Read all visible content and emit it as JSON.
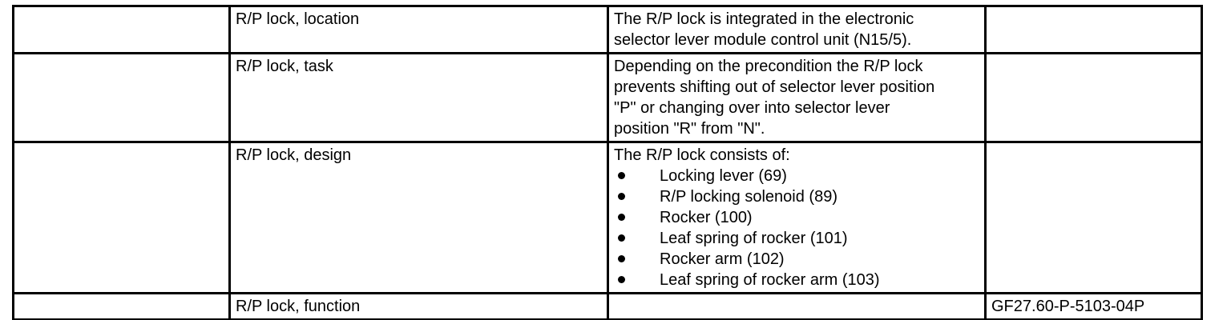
{
  "table": {
    "border_color": "#000000",
    "text_color": "#000000",
    "rows": [
      {
        "topic": "R/P lock, location",
        "description_lines": [
          "The R/P lock is integrated in the electronic",
          "selector lever module control unit (N15/5)."
        ]
      },
      {
        "topic": "R/P lock, task",
        "description_lines": [
          "Depending on the precondition the R/P lock",
          "prevents shifting out of selector lever position",
          "\"P\" or changing over into selector lever",
          "position \"R\" from \"N\"."
        ]
      },
      {
        "topic": "R/P lock, design",
        "description_intro": "The R/P lock consists of:",
        "description_bullets": [
          "Locking lever (69)",
          "R/P locking solenoid (89)",
          "Rocker (100)",
          "Leaf spring of rocker (101)",
          "Rocker arm (102)",
          "Leaf spring of rocker arm (103)"
        ]
      },
      {
        "topic": "R/P lock, function",
        "document_code": "GF27.60-P-5103-04P"
      }
    ]
  }
}
